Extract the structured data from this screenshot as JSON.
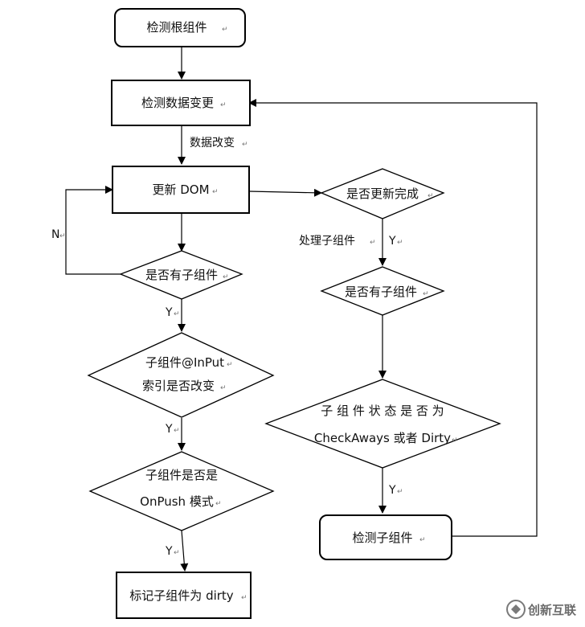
{
  "nodes": {
    "check_root": "检测根组件",
    "check_change": "检测数据变更",
    "update_dom": "更新 DOM",
    "has_child_left": "是否有子组件",
    "input_changed_1": "子组件@InPut",
    "input_changed_2": "索引是否改变",
    "is_onpush_1": "子组件是否是",
    "is_onpush_2": "OnPush 模式",
    "mark_dirty": "标记子组件为 dirty",
    "update_done": "是否更新完成",
    "has_child_right": "是否有子组件",
    "child_state_1": "子 组 件 状 态 是 否 为",
    "child_state_2": "CheckAways 或者 Dirty",
    "check_child": "检测子组件"
  },
  "edges": {
    "data_change": "数据改变",
    "process_child": "处理子组件",
    "n": "N",
    "y": "Y"
  },
  "return_mark": "↵",
  "watermark": {
    "text": "创新互联",
    "color": "#6b6b6b"
  }
}
